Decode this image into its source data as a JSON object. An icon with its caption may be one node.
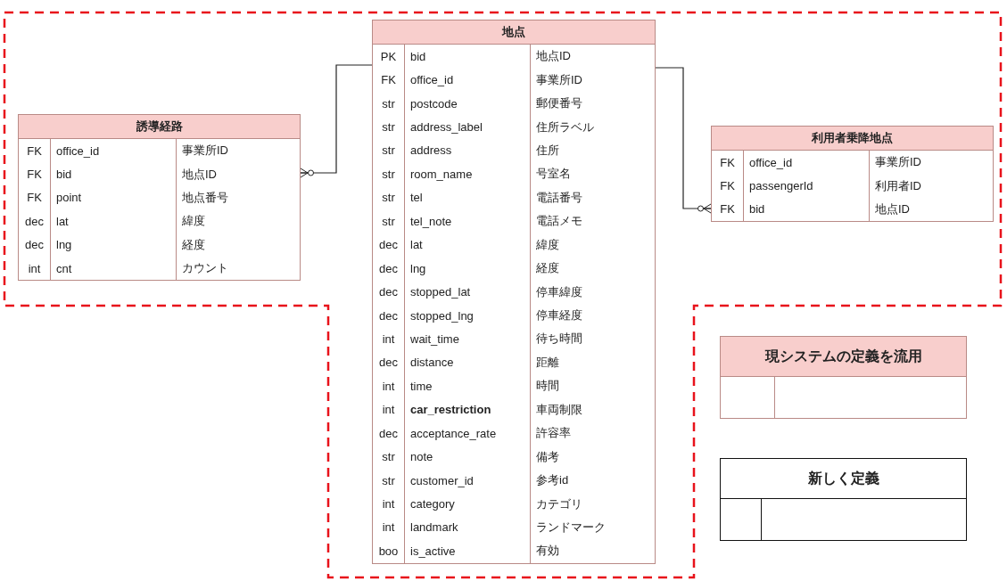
{
  "diagram": {
    "nodes": [
      {
        "text": [
          "誘導経路"
        ]
      },
      {
        "text": [
          "FK",
          "office_id",
          "事業所ID"
        ],
        "in": 0
      },
      {
        "text": [
          "FK",
          "bid",
          "地点ID"
        ],
        "in": 0
      },
      {
        "text": [
          "FK",
          "point",
          "地点番号"
        ],
        "in": 0
      },
      {
        "text": [
          "dec",
          "lat",
          "緯度"
        ],
        "in": 0
      },
      {
        "text": [
          "dec",
          "lng",
          "経度"
        ],
        "in": 0
      },
      {
        "text": [
          "int",
          "cnt",
          "カウント"
        ],
        "in": 0
      },
      {
        "text": [
          "地点"
        ]
      },
      {
        "text": [
          "PK",
          "bid",
          "地点ID"
        ],
        "in": 7
      },
      {
        "text": [
          "FK",
          "office_id",
          "事業所ID"
        ],
        "in": 7
      },
      {
        "text": [
          "str",
          "postcode",
          "郵便番号"
        ],
        "in": 7
      },
      {
        "text": [
          "str",
          "address_label",
          "住所ラベル"
        ],
        "in": 7
      },
      {
        "text": [
          "str",
          "address",
          "住所"
        ],
        "in": 7
      },
      {
        "text": [
          "str",
          "room_name",
          "号室名"
        ],
        "in": 7
      },
      {
        "text": [
          "str",
          "tel",
          "電話番号"
        ],
        "in": 7
      },
      {
        "text": [
          "str",
          "tel_note",
          "電話メモ"
        ],
        "in": 7
      },
      {
        "text": [
          "dec",
          "lat",
          "緯度"
        ],
        "in": 7
      },
      {
        "text": [
          "dec",
          "lng",
          "経度"
        ],
        "in": 7
      },
      {
        "text": [
          "dec",
          "stopped_lat",
          "停車緯度"
        ],
        "in": 7
      },
      {
        "text": [
          "dec",
          "stopped_lng",
          "停車経度"
        ],
        "in": 7
      },
      {
        "text": [
          "int",
          "wait_time",
          "待ち時間"
        ],
        "in": 7
      },
      {
        "text": [
          "dec",
          "distance",
          "距離"
        ],
        "in": 7
      },
      {
        "text": [
          "int",
          "time",
          "時間"
        ],
        "in": 7
      },
      {
        "text": [
          "int",
          "**car_restriction**",
          "車両制限"
        ],
        "in": 7
      },
      {
        "text": [
          "dec",
          "acceptance_rate",
          "許容率"
        ],
        "in": 7
      },
      {
        "text": [
          "str",
          "note",
          "備考"
        ],
        "in": 7
      },
      {
        "text": [
          "str",
          "customer_id",
          "参考id"
        ],
        "in": 7
      },
      {
        "text": [
          "int",
          "category",
          "カテゴリ"
        ],
        "in": 7
      },
      {
        "text": [
          "int",
          "landmark",
          "ランドマーク"
        ],
        "in": 7
      },
      {
        "text": [
          "boo",
          "is_active",
          "有効"
        ],
        "in": 7
      },
      {
        "text": [
          "利用者乗降地点"
        ]
      },
      {
        "text": [
          "FK",
          "office_id",
          "事業所ID"
        ],
        "in": 30
      },
      {
        "text": [
          "FK",
          "passengerId",
          "利用者ID"
        ],
        "in": 30
      },
      {
        "text": [
          "FK",
          "bid",
          "地点ID"
        ],
        "in": 30
      },
      {
        "text": [
          "現システムの定義を流用"
        ]
      },
      {
        "text": [
          "新しく定義"
        ]
      }
    ],
    "edges": [
      {
        "from": 7,
        "to": 0,
        "arrow": "other"
      },
      {
        "from": 7,
        "to": 30,
        "arrow": "other"
      }
    ]
  }
}
